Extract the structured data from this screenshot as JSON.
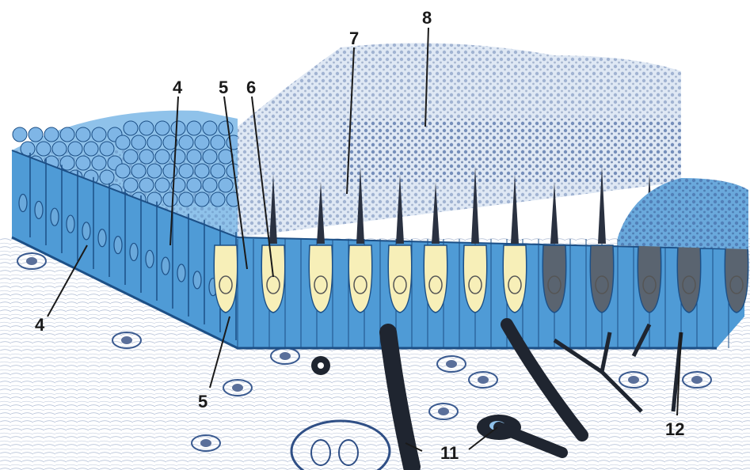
{
  "colors": {
    "epithelium": "#4f9bd6",
    "epithelium_dark": "#2f6fae",
    "cell_outline": "#1c4f86",
    "receptor_cell": "#f7efb8",
    "hair": "#2a3140",
    "stroma_line": "#7a90b8",
    "label": "#1a1a1a"
  },
  "labels": {
    "l4a": "4",
    "l4b": "4",
    "l5a": "5",
    "l5b": "5",
    "l6": "6",
    "l7": "7",
    "l8": "8",
    "l11": "11",
    "l12": "12"
  }
}
